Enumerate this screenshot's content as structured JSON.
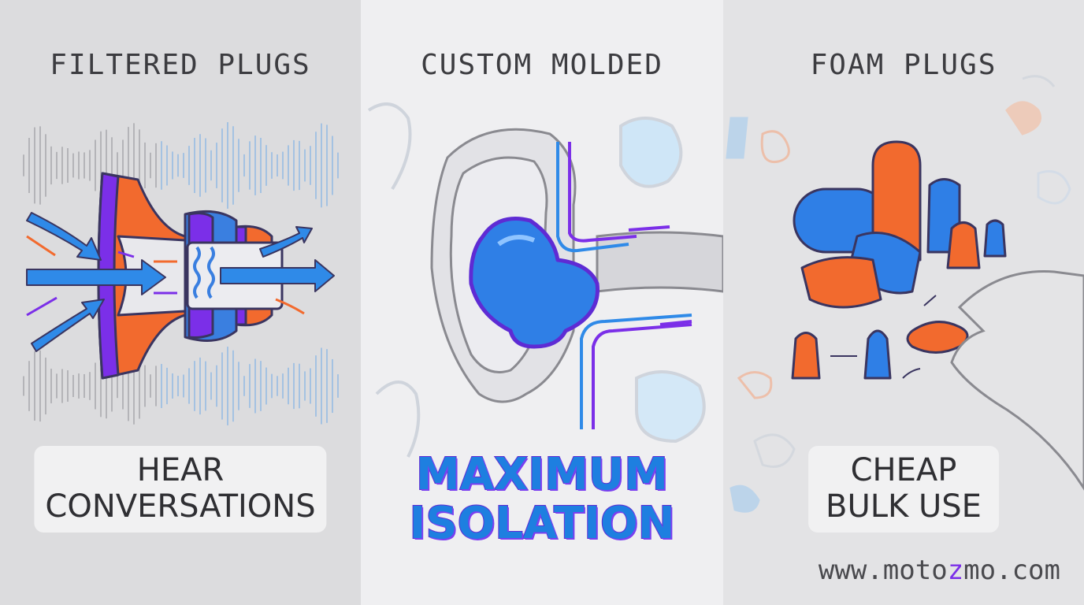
{
  "panels": [
    {
      "title": "FILTERED PLUGS",
      "caption_lines": [
        "HEAR",
        "CONVERSATIONS"
      ]
    },
    {
      "title": "CUSTOM MOLDED",
      "caption_lines": [
        "MAXIMUM",
        "ISOLATION"
      ]
    },
    {
      "title": "FOAM PLUGS",
      "caption_lines": [
        "CHEAP",
        "BULK USE"
      ]
    }
  ],
  "watermark": {
    "prefix": "www.moto",
    "accent": "z",
    "suffix": "mo.com"
  },
  "colors": {
    "orange": "#f26a2e",
    "blue": "#2f7fe6",
    "purple": "#7b2fe8",
    "outline": "#3a3560"
  }
}
